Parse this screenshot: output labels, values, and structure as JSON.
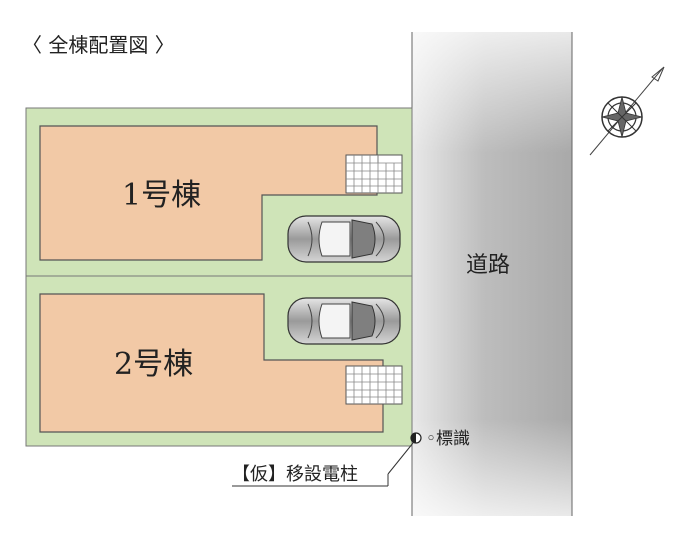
{
  "title": "〈 全棟配置図 〉",
  "buildings": [
    {
      "label": "1号棟"
    },
    {
      "label": "2号棟"
    }
  ],
  "road_label": "道路",
  "marker_label": "◦標識",
  "pole_label": "【仮】移設電柱",
  "colors": {
    "lot_green": "#cfe4b8",
    "building_fill": "#f2c9a6",
    "road_gray": "#bdbdbd",
    "outline": "#555555"
  }
}
